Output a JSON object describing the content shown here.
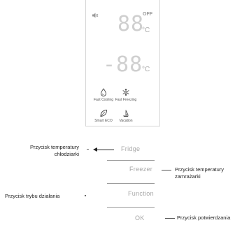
{
  "display": {
    "off_label": "OFF",
    "fridge_digits": "88",
    "freezer_digits": "-88",
    "unit": "°C",
    "features": [
      {
        "label": "Fast Cooling",
        "icon": "fast-cooling-icon"
      },
      {
        "label": "Fast Freezing",
        "icon": "fast-freezing-icon"
      },
      {
        "label": "Smart ECO",
        "icon": "smart-eco-icon"
      },
      {
        "label": "Vacation",
        "icon": "vacation-icon"
      }
    ]
  },
  "buttons": {
    "fridge": "Fridge",
    "freezer": "Freezer",
    "function": "Function",
    "ok": "OK"
  },
  "annotations": {
    "fridge_line1": "Przycisk temperatury",
    "fridge_line2": "chłodziarki",
    "freezer_line1": "Przycisk temperatury",
    "freezer_line2": "zamrażarki",
    "function": "Przycisk trybu działania",
    "confirm": "Przycisk potwierdzania"
  },
  "colors": {
    "digits": "#cfcfcf",
    "button_text": "#a8a8a8",
    "border": "#d6d6d6"
  }
}
